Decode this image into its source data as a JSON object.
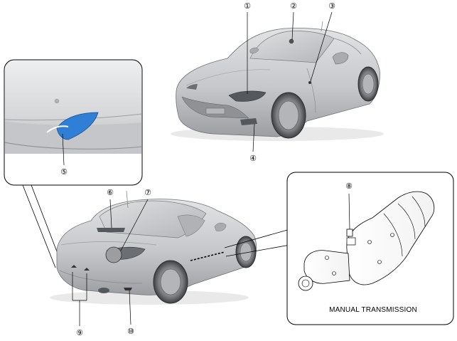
{
  "callouts": [
    {
      "id": "callout-1",
      "label": "①"
    },
    {
      "id": "callout-2",
      "label": "②"
    },
    {
      "id": "callout-3",
      "label": "③"
    },
    {
      "id": "callout-4",
      "label": "④"
    },
    {
      "id": "callout-5",
      "label": "⑤"
    },
    {
      "id": "callout-6",
      "label": "⑥"
    },
    {
      "id": "callout-7",
      "label": "⑦"
    },
    {
      "id": "callout-8",
      "label": "⑧"
    },
    {
      "id": "callout-9",
      "label": "⑨"
    },
    {
      "id": "callout-10",
      "label": "⑩"
    }
  ],
  "transmission_caption": "MANUAL TRANSMISSION",
  "colors": {
    "highlight": "#2f7fd6",
    "car_body": "#c9cacc",
    "car_shadow": "#8f9194",
    "frame": "#000000"
  }
}
